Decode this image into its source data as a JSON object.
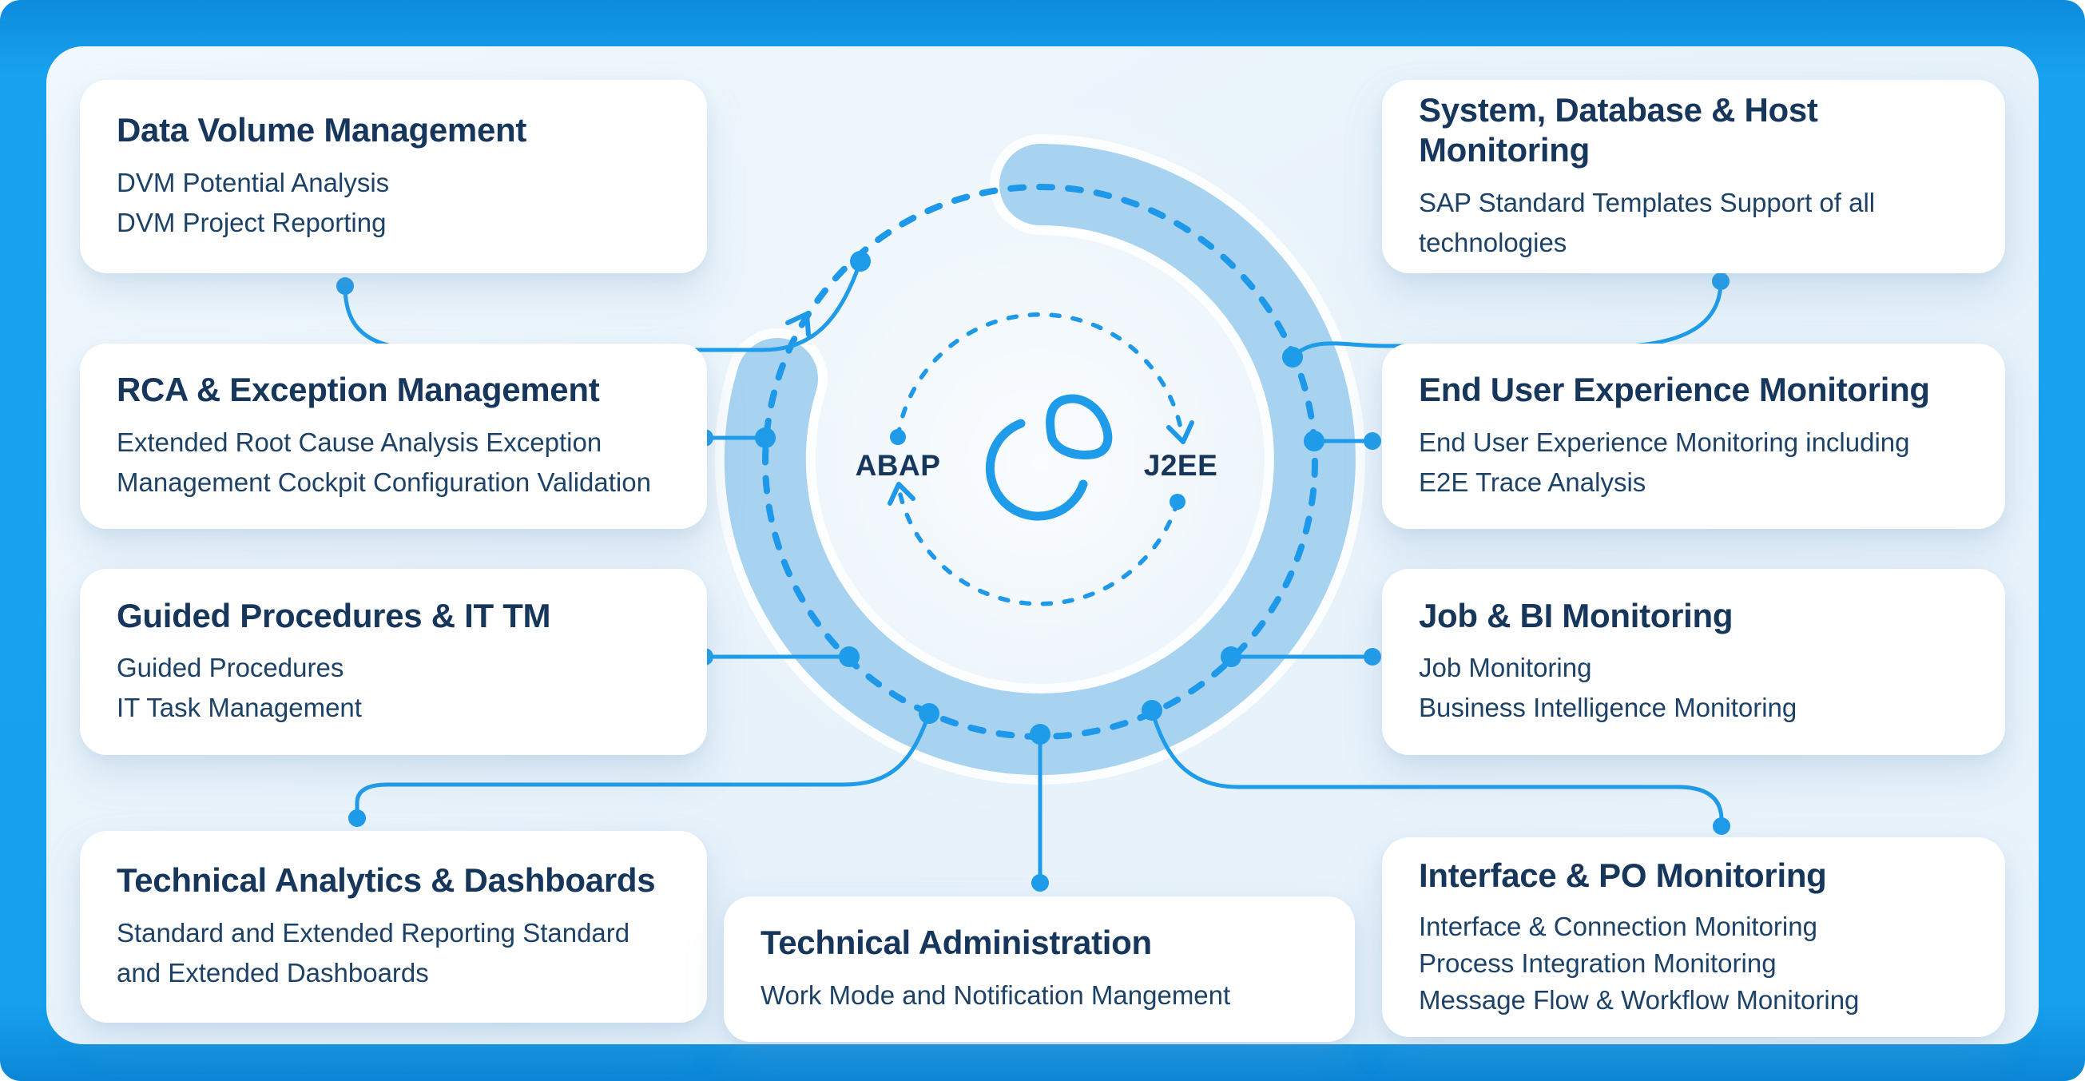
{
  "palette": {
    "accent": "#1E9BE9",
    "band": "#A7D3F1",
    "dash": "#1E98E8",
    "title": "#16365C",
    "body": "#1D4267",
    "frame": "#16A0ED",
    "card_bg": "#FFFFFF"
  },
  "center": {
    "left_label": "ABAP",
    "right_label": "J2EE",
    "icon": "pie-chart-icon"
  },
  "cards": [
    {
      "id": "data-volume-management",
      "title": "Data Volume Management",
      "lines": [
        "DVM Potential Analysis",
        "DVM Project Reporting"
      ]
    },
    {
      "id": "rca-exception-management",
      "title": "RCA & Exception Management",
      "lines": [
        "Extended Root Cause Analysis Exception",
        "Management Cockpit Configuration Validation"
      ]
    },
    {
      "id": "guided-procedures-ittm",
      "title": "Guided Procedures & IT TM",
      "lines": [
        "Guided Procedures",
        "IT Task Management"
      ]
    },
    {
      "id": "technical-analytics-dashboards",
      "title": "Technical Analytics & Dashboards",
      "lines": [
        "Standard and Extended Reporting Standard",
        "and Extended Dashboards"
      ]
    },
    {
      "id": "system-database-host-monitoring",
      "title": "System, Database & Host Monitoring",
      "lines": [
        "SAP Standard  Templates Support of all",
        "technologies"
      ]
    },
    {
      "id": "end-user-experience-monitoring",
      "title": "End User Experience Monitoring",
      "lines": [
        "End User Experience Monitoring including",
        "E2E Trace Analysis"
      ]
    },
    {
      "id": "job-bi-monitoring",
      "title": "Job & BI Monitoring",
      "lines": [
        "Job Monitoring",
        "Business Intelligence Monitoring"
      ]
    },
    {
      "id": "interface-po-monitoring",
      "title": "Interface & PO Monitoring",
      "lines": [
        "Interface & Connection Monitoring",
        "Process Integration Monitoring",
        "Message Flow & Workflow Monitoring"
      ]
    },
    {
      "id": "technical-administration",
      "title": "Technical Administration",
      "lines": [
        "Work Mode and Notification Mangement"
      ]
    }
  ]
}
